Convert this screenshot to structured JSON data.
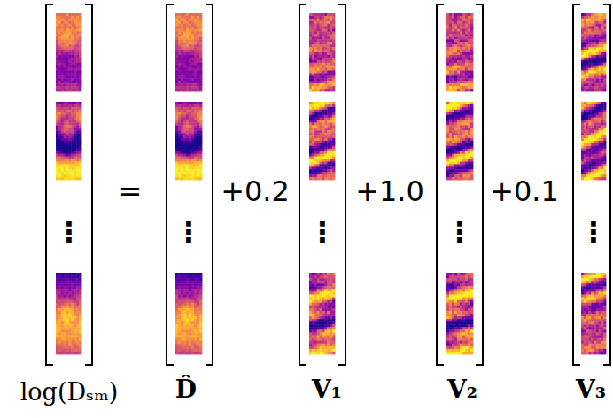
{
  "diagram": {
    "labels": [
      "=",
      "+0.2",
      "+1.0",
      "+0.1",
      "⋮",
      "⋮",
      "⋮",
      "⋮",
      "⋮",
      "log(Dₛₘ)",
      "D̂",
      "V₁",
      "V₂",
      "V₃"
    ]
  }
}
